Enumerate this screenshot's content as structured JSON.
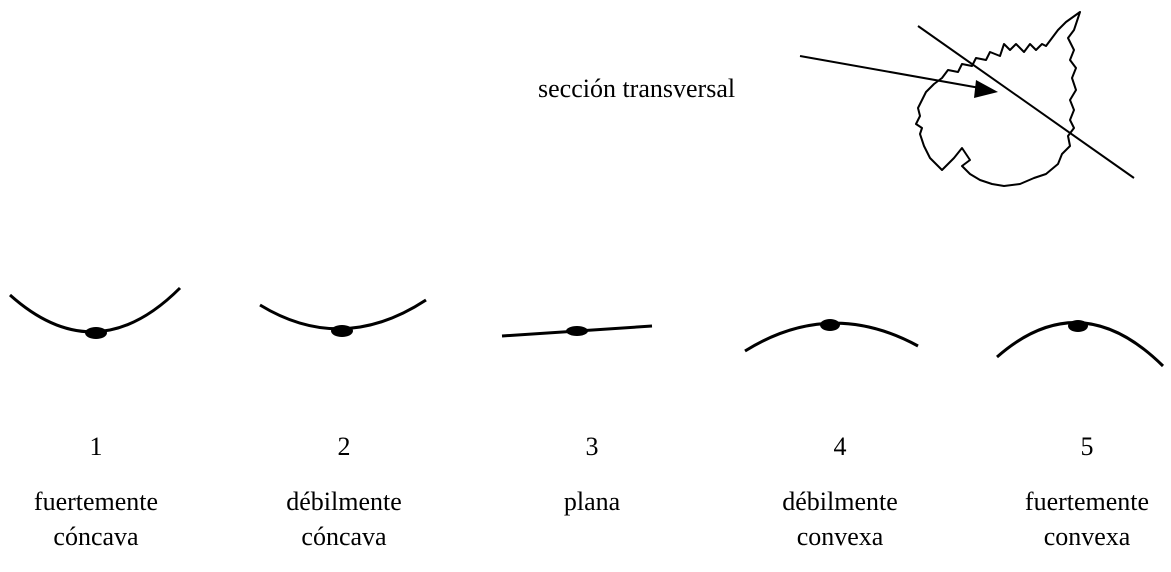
{
  "section_label": "sección transversal",
  "shapes": [
    {
      "number": "1",
      "line1": "fuertemente",
      "line2": "cóncava"
    },
    {
      "number": "2",
      "line1": "débilmente",
      "line2": "cóncava"
    },
    {
      "number": "3",
      "line1": "plana",
      "line2": ""
    },
    {
      "number": "4",
      "line1": "débilmente",
      "line2": "convexa"
    },
    {
      "number": "5",
      "line1": "fuertemente",
      "line2": "convexa"
    }
  ]
}
